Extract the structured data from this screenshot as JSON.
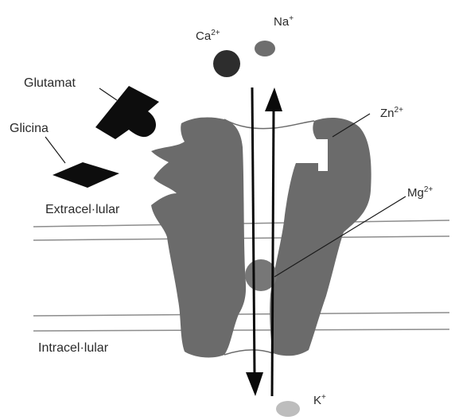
{
  "labels": {
    "ca": "Ca",
    "ca_charge": "2+",
    "na": "Na",
    "na_charge": "+",
    "zn": "Zn",
    "zn_charge": "2+",
    "mg": "Mg",
    "mg_charge": "2+",
    "k": "K",
    "k_charge": "+",
    "glutamat": "Glutamat",
    "glicina": "Glicina",
    "extracellular": "Extracel·lular",
    "intracellular": "Intracel·lular"
  },
  "colors": {
    "channel": "#6b6b6b",
    "ligand": "#0d0d0d",
    "membrane": "#8c8c8c",
    "ca_ion": "#2d2d2d",
    "na_ion": "#6e6e6e",
    "mg_ion": "#777777",
    "k_ion": "#bdbdbd",
    "arrow": "#0a0a0a"
  }
}
